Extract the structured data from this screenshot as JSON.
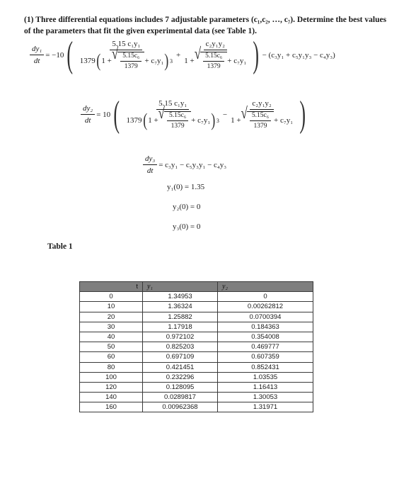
{
  "problem": {
    "number": "(1)",
    "text_before": "Three differential equations includes 7 adjustable parameters ",
    "params": "(c₁,c₂, …, c₇)",
    "text_after": ". Determine the best values of the parameters that fit the given experimental data (see ",
    "table_ref": "Table 1",
    "text_end": ")."
  },
  "equations": {
    "eq1": {
      "lhs_num": "dy₁",
      "lhs_den": "dt",
      "coef": "= −10",
      "t1_num": "5.15 c₁y₁",
      "t1_den_a": "1379",
      "sqrt_num": "5.15c₆",
      "sqrt_den": "1379",
      "plus_c7y1": "+ c₇y₁",
      "power": "3",
      "t2_num": "c₂y₁y₂",
      "t2_den_a": "1 +",
      "tail": "− (c₃y₁ + c₅y₁y₃ − c₄y₃)"
    },
    "eq2": {
      "lhs_num": "dy₂",
      "lhs_den": "dt",
      "coef": "= 10",
      "t1_num": "5.15 c₁y₁",
      "t1_den_a": "1379",
      "sqrt_num": "5.15c₆",
      "sqrt_den": "1379",
      "plus_c7y1": "+ c₇y₁",
      "power": "3",
      "t2_num": "c₂y₁y₂",
      "t2_den_a": "1 +"
    },
    "eq3": {
      "lhs_num": "dy₃",
      "lhs_den": "dt",
      "rhs": "= c₃y₁ − c₅y₃y₁ − c₄y₃"
    },
    "initial_conditions": [
      "y₁(0) = 1.35",
      "y₂(0) = 0",
      "y₃(0) = 0"
    ]
  },
  "table": {
    "label": "Table 1",
    "headers": [
      "t",
      "y₁",
      "y₂"
    ],
    "rows": [
      [
        "0",
        "1.34953",
        "0"
      ],
      [
        "10",
        "1.36324",
        "0.00262812"
      ],
      [
        "20",
        "1.25882",
        "0.0700394"
      ],
      [
        "30",
        "1.17918",
        "0.184363"
      ],
      [
        "40",
        "0.972102",
        "0.354008"
      ],
      [
        "50",
        "0.825203",
        "0.469777"
      ],
      [
        "60",
        "0.697109",
        "0.607359"
      ],
      [
        "80",
        "0.421451",
        "0.852431"
      ],
      [
        "100",
        "0.232296",
        "1.03535"
      ],
      [
        "120",
        "0.128095",
        "1.16413"
      ],
      [
        "140",
        "0.0289817",
        "1.30053"
      ],
      [
        "160",
        "0.00962368",
        "1.31971"
      ]
    ],
    "header_color": "#7f7f7f"
  }
}
